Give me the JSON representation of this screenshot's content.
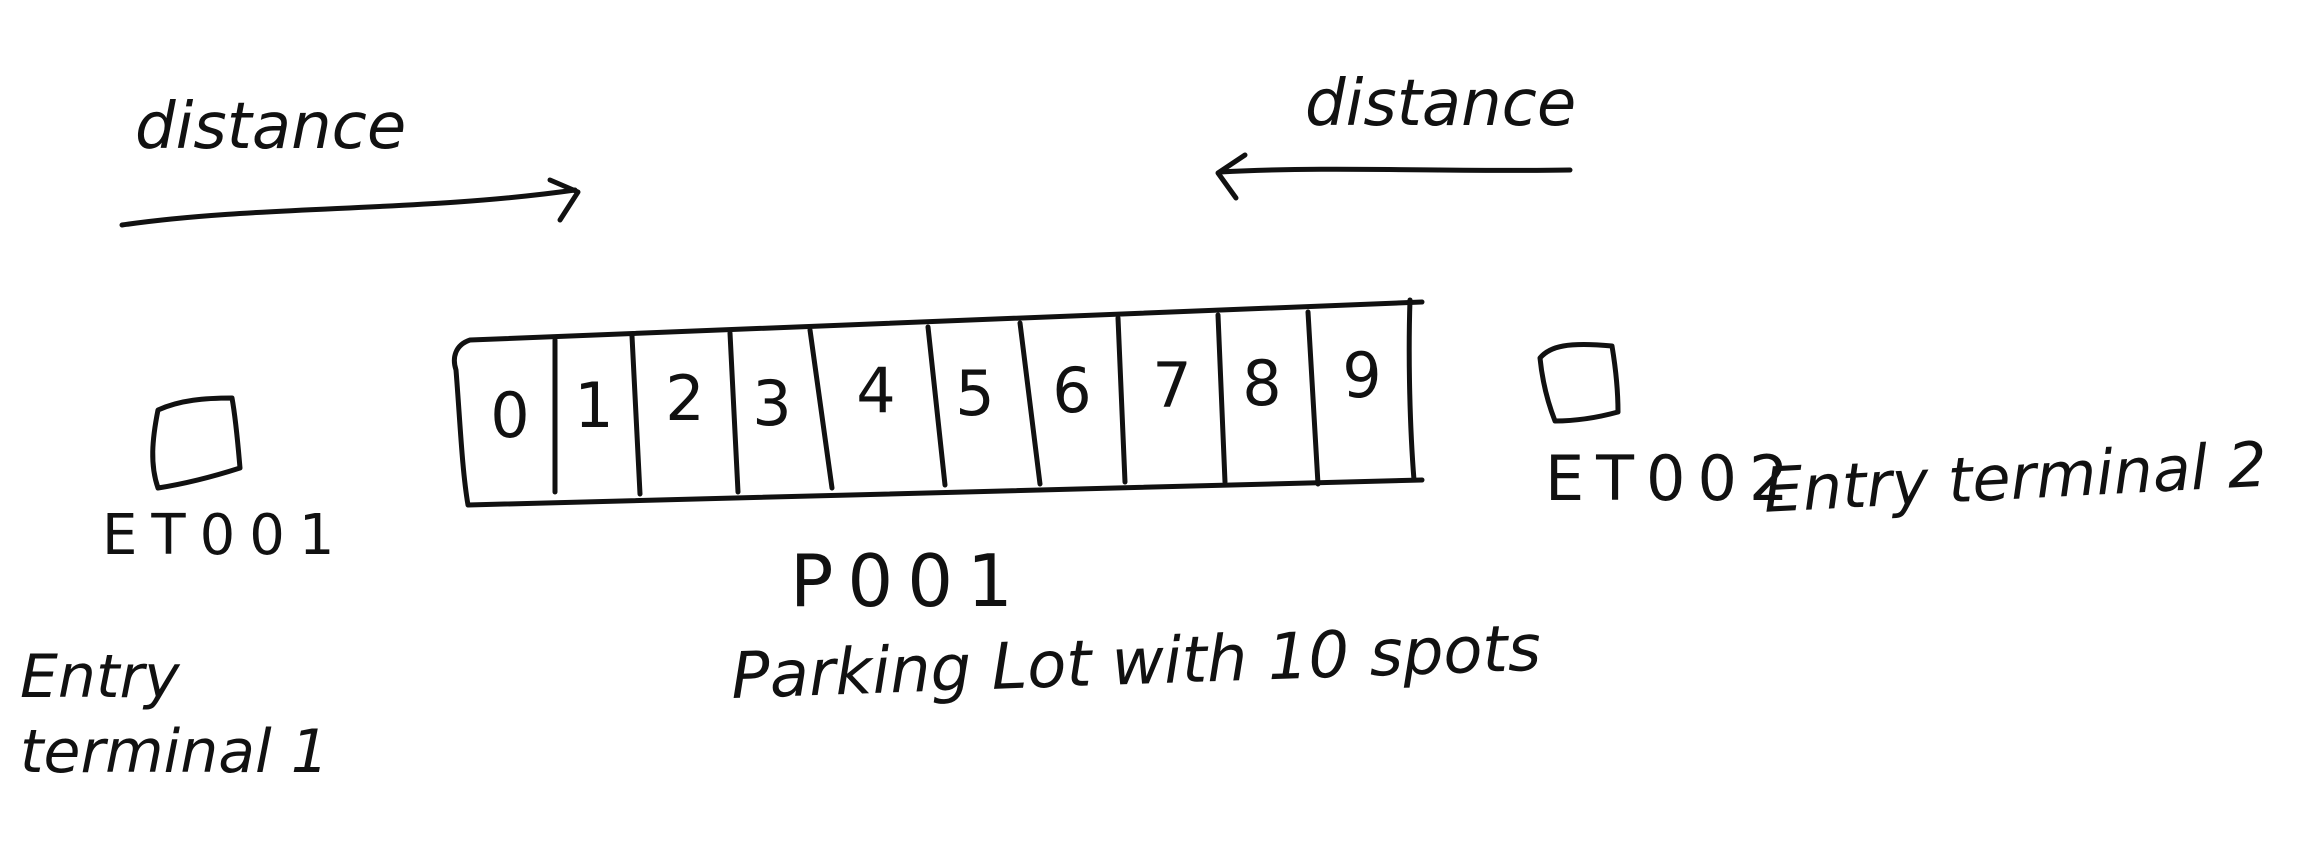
{
  "distance_left_label": "distance",
  "distance_right_label": "distance",
  "terminal_1": {
    "id": "ET001",
    "name": "Entry terminal 1"
  },
  "terminal_2": {
    "id": "ET002",
    "name": "Entry terminal 2"
  },
  "lot": {
    "id": "P001",
    "caption": "Parking Lot with 10 spots"
  },
  "spots": [
    "0",
    "1",
    "2",
    "3",
    "4",
    "5",
    "6",
    "7",
    "8",
    "9"
  ],
  "colors": {
    "ink": "#111111",
    "background": "#ffffff"
  }
}
